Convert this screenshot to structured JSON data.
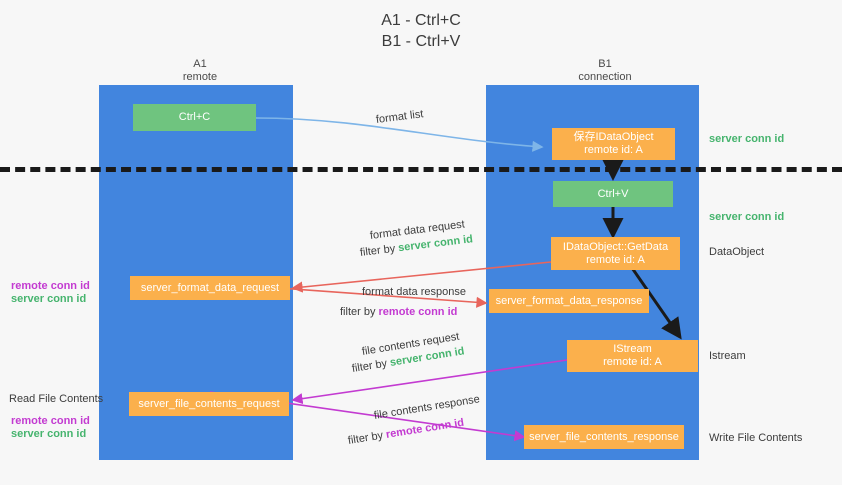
{
  "diagram": {
    "title_line1": "A1 - Ctrl+C",
    "title_line2": "B1 - Ctrl+V",
    "colors": {
      "lane": "#4285de",
      "orange": "#fbb04c",
      "green_box": "#6fc47f",
      "server_conn_text": "#46b46e",
      "remote_conn_text": "#c33bd1",
      "arrow_blue": "#7eb5e8",
      "arrow_red": "#e8655c",
      "arrow_purple": "#c33bd1",
      "arrow_black": "#1a1a1a",
      "background": "#f7f7f7"
    },
    "columns": [
      {
        "name": "A1",
        "sub": "remote"
      },
      {
        "name": "B1",
        "sub": "connection"
      }
    ],
    "boxes": [
      {
        "id": "ctrl-c",
        "label": "Ctrl+C",
        "second_line": "",
        "style": "green"
      },
      {
        "id": "idataobject-store",
        "label": "保存IDataObject",
        "second_line": "remote id: A",
        "style": "orange"
      },
      {
        "id": "ctrl-v",
        "label": "Ctrl+V",
        "second_line": "",
        "style": "green"
      },
      {
        "id": "idataobject-getdata",
        "label": "IDataObject::GetData",
        "second_line": "remote id: A",
        "style": "orange"
      },
      {
        "id": "server-format-data-request",
        "label": "server_format_data_request",
        "second_line": "",
        "style": "orange"
      },
      {
        "id": "server-format-data-response",
        "label": "server_format_data_response",
        "second_line": "",
        "style": "orange"
      },
      {
        "id": "istream",
        "label": "IStream",
        "second_line": "remote id: A",
        "style": "orange"
      },
      {
        "id": "server-file-contents-request",
        "label": "server_file_contents_request",
        "second_line": "",
        "style": "orange"
      },
      {
        "id": "server-file-contents-response",
        "label": "server_file_contents_response",
        "second_line": "",
        "style": "orange"
      }
    ],
    "arrow_labels": [
      {
        "id": "format-list",
        "text": "format list"
      },
      {
        "id": "format-data-request",
        "text": "format data request"
      },
      {
        "id": "format-data-request-filter",
        "prefix": "filter by ",
        "highlight": "server conn id",
        "highlight_kind": "server"
      },
      {
        "id": "format-data-response",
        "text": "format data response"
      },
      {
        "id": "format-data-response-filter",
        "prefix": "filter by ",
        "highlight": "remote conn id",
        "highlight_kind": "remote"
      },
      {
        "id": "file-contents-request",
        "text": "file contents request"
      },
      {
        "id": "file-contents-request-filter",
        "prefix": "filter by ",
        "highlight": "server conn id",
        "highlight_kind": "server"
      },
      {
        "id": "file-contents-response",
        "text": "file contents response"
      },
      {
        "id": "file-contents-response-filter",
        "prefix": "filter by ",
        "highlight": "remote conn id",
        "highlight_kind": "remote"
      }
    ],
    "side_notes": {
      "right_server_conn_1": "server conn id",
      "right_server_conn_2": "server conn id",
      "right_dataobject": "DataObject",
      "right_istream": "Istream",
      "right_write_file_contents": "Write File Contents",
      "left_remote_conn_1": "remote conn id",
      "left_server_conn_1": "server conn id",
      "left_read_file_contents": "Read File Contents",
      "left_remote_conn_2": "remote conn id",
      "left_server_conn_2": "server conn id"
    }
  }
}
